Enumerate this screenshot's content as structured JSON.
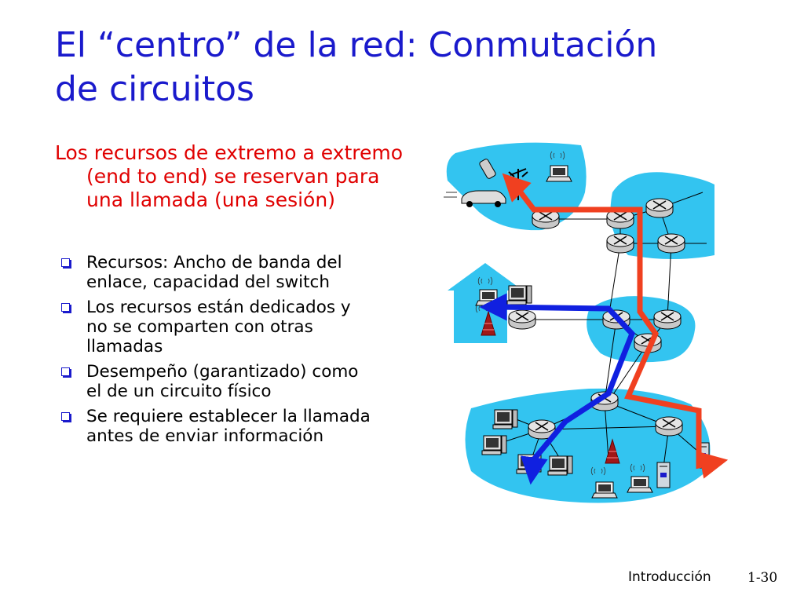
{
  "slide": {
    "title_line1": "El “centro” de la red: Conmutación",
    "title_line2": "de circuitos",
    "lead": "Los recursos de extremo a extremo (end to end) se reservan para una llamada (una sesión)",
    "bullets": [
      "Recursos: Ancho de banda del enlace,  capacidad del switch",
      "Los recursos están dedicados y no se comparten con otras llamadas",
      "Desempeño (garantizado) como el de un circuito físico",
      "Se requiere establecer la llamada antes de enviar información"
    ],
    "footer_title": "Introducción",
    "slide_number": "1-30"
  },
  "colors": {
    "title": "#1a1acc",
    "lead": "#e00000",
    "network_blob": "#33c4f0",
    "red_path": "#f04020",
    "blue_path": "#1020e0"
  },
  "icons": [
    "router-icon",
    "laptop-icon",
    "desktop-icon",
    "server-icon",
    "cellphone-icon",
    "car-icon",
    "antenna-tower-icon",
    "wireless-signal-icon",
    "home-icon"
  ]
}
